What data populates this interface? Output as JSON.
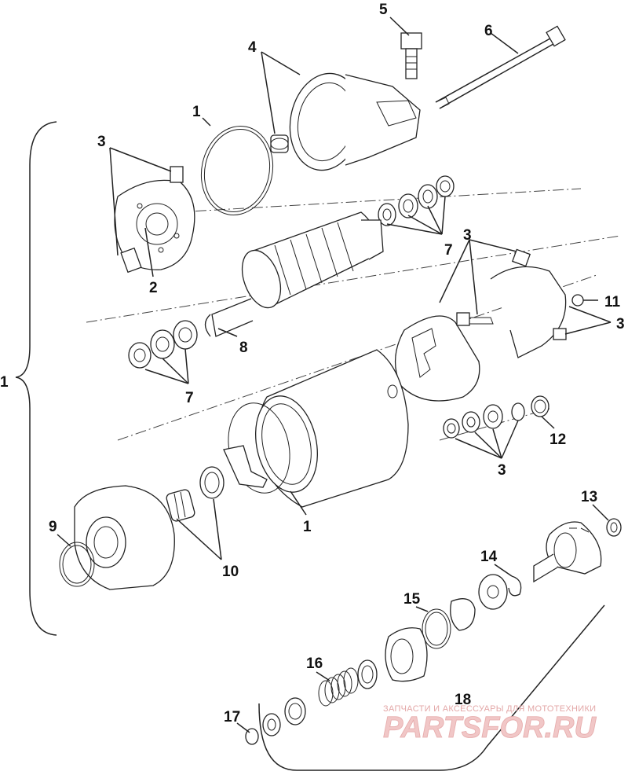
{
  "callouts": {
    "c1_top": "1",
    "c1_left": "1",
    "c1_bottom": "1",
    "c2": "2",
    "c3_topleft": "3",
    "c3_right_top": "3",
    "c3_right": "3",
    "c3_bottom": "3",
    "c4": "4",
    "c5": "5",
    "c6": "6",
    "c7_top": "7",
    "c7_bottom": "7",
    "c8": "8",
    "c9": "9",
    "c10": "10",
    "c11": "11",
    "c12": "12",
    "c13": "13",
    "c14": "14",
    "c15": "15",
    "c16": "16",
    "c17": "17",
    "c18": "18"
  },
  "watermark": {
    "subtitle": "ЗАПЧАСТИ И АКСЕССУАРЫ ДЛЯ МОТОТЕХНИКИ",
    "brand": "PARTSFOR.RU",
    "color": "#e3a7a7"
  }
}
